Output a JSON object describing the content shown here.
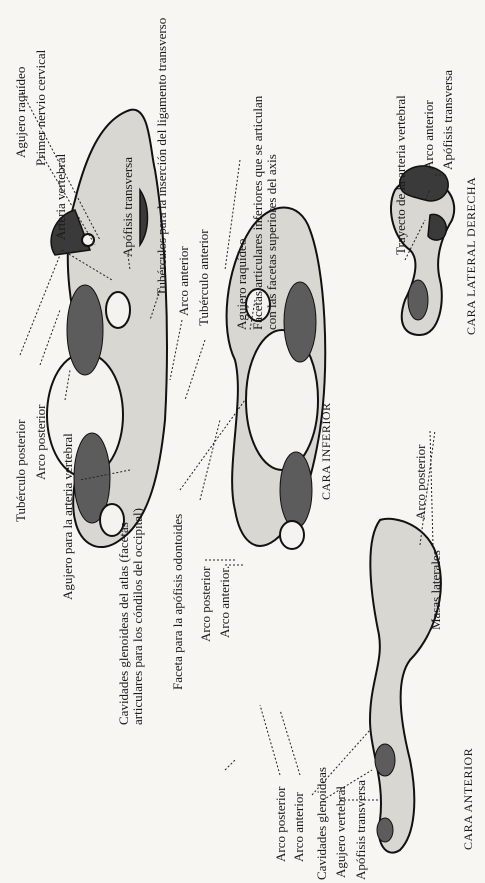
{
  "labels": {
    "tuberculo_posterior": "Tubérculo posterior",
    "arco_posterior_1": "Arco posterior",
    "agujero_arteria_vertebral": "Agujero para la arteria vertebral",
    "cavidades_glenoideas_1a": "Cavidades glenoideas del atlas (facetas",
    "cavidades_glenoideas_1b": "articulares para los cóndilos del occipital)",
    "faceta_apofisis_odontoides": "Faceta para la apófisis odontoides",
    "agujero_raquideo_1": "Agujero raquídeo",
    "primer_nervio_cervical": "Primer nervio cervical",
    "arteria_vertebral": "Arteria vertebral",
    "apofisis_transversa_1": "Apófisis transversa",
    "tuberculos_ligamento": "Tubérculos para la inserción del ligamento transverso",
    "arco_anterior_1": "Arco anterior",
    "tuberculo_anterior": "Tubérculo anterior",
    "agujero_raquideo_2": "Agujero raquídeo",
    "facetas_inferiores_a": "Facetas articulares inferiores que se articulan",
    "facetas_inferiores_b": "con las facetas superiores del axis",
    "arco_posterior_2": "Arco posterior",
    "arco_anterior_2": "Arco anterior.",
    "arco_posterior_3": "Arco posterior",
    "arco_anterior_3": "Arco anterior",
    "cavidades_glenoideas_2": "Cavidades glenoideas",
    "agujero_vertebral_2": "Agujero vertebral",
    "apofisis_transversa_2": "Apófisis transversa",
    "masas_laterales": "Masas laterales",
    "arco_posterior_4": "Arco posterior",
    "trayecto_arteria": "Trayecto de la arteria vertebral",
    "arco_anterior_4": "Arco anterior",
    "apofisis_transversa_3": "Apófisis transversa"
  },
  "captions": {
    "cara_inferior": "CARA INFERIOR",
    "cara_anterior": "CARA ANTERIOR",
    "cara_lateral_derecha": "CARA LATERAL DERECHA"
  }
}
